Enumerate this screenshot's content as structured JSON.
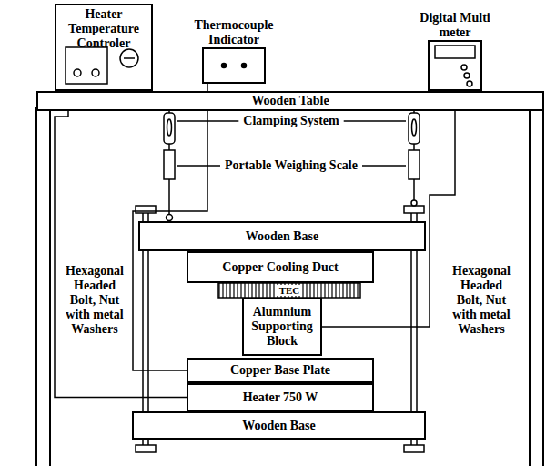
{
  "diagram": {
    "nodes": [
      {
        "text": [
          "Heater Temperature Controler"
        ]
      },
      {
        "text": [
          "Thermocouple Indicator"
        ]
      },
      {
        "text": [
          "Digital Multi meter"
        ]
      },
      {
        "text": [
          "Wooden Table"
        ]
      },
      {
        "text": [
          "Wooden Base"
        ]
      },
      {
        "text": [
          "Copper Cooling Duct"
        ]
      },
      {
        "text": [
          "Alumnium Supporting Block"
        ]
      },
      {
        "text": [
          "Copper Base Plate"
        ]
      },
      {
        "text": [
          "Heater 750 W"
        ]
      },
      {
        "text": [
          "Wooden Base"
        ]
      }
    ],
    "edges": [
      {
        "from": 0,
        "to": 8,
        "arrow": "none"
      },
      {
        "from": 1,
        "to": 7,
        "arrow": "none"
      },
      {
        "from": 2,
        "to": 6,
        "arrow": "none"
      }
    ],
    "labels": [
      "Clamping System",
      "Portable Weighing Scale",
      "Hexagonal Headed Bolt, Nut with metal Washers",
      "Hexagonal Headed Bolt, Nut with metal Washers",
      "TEC"
    ]
  }
}
